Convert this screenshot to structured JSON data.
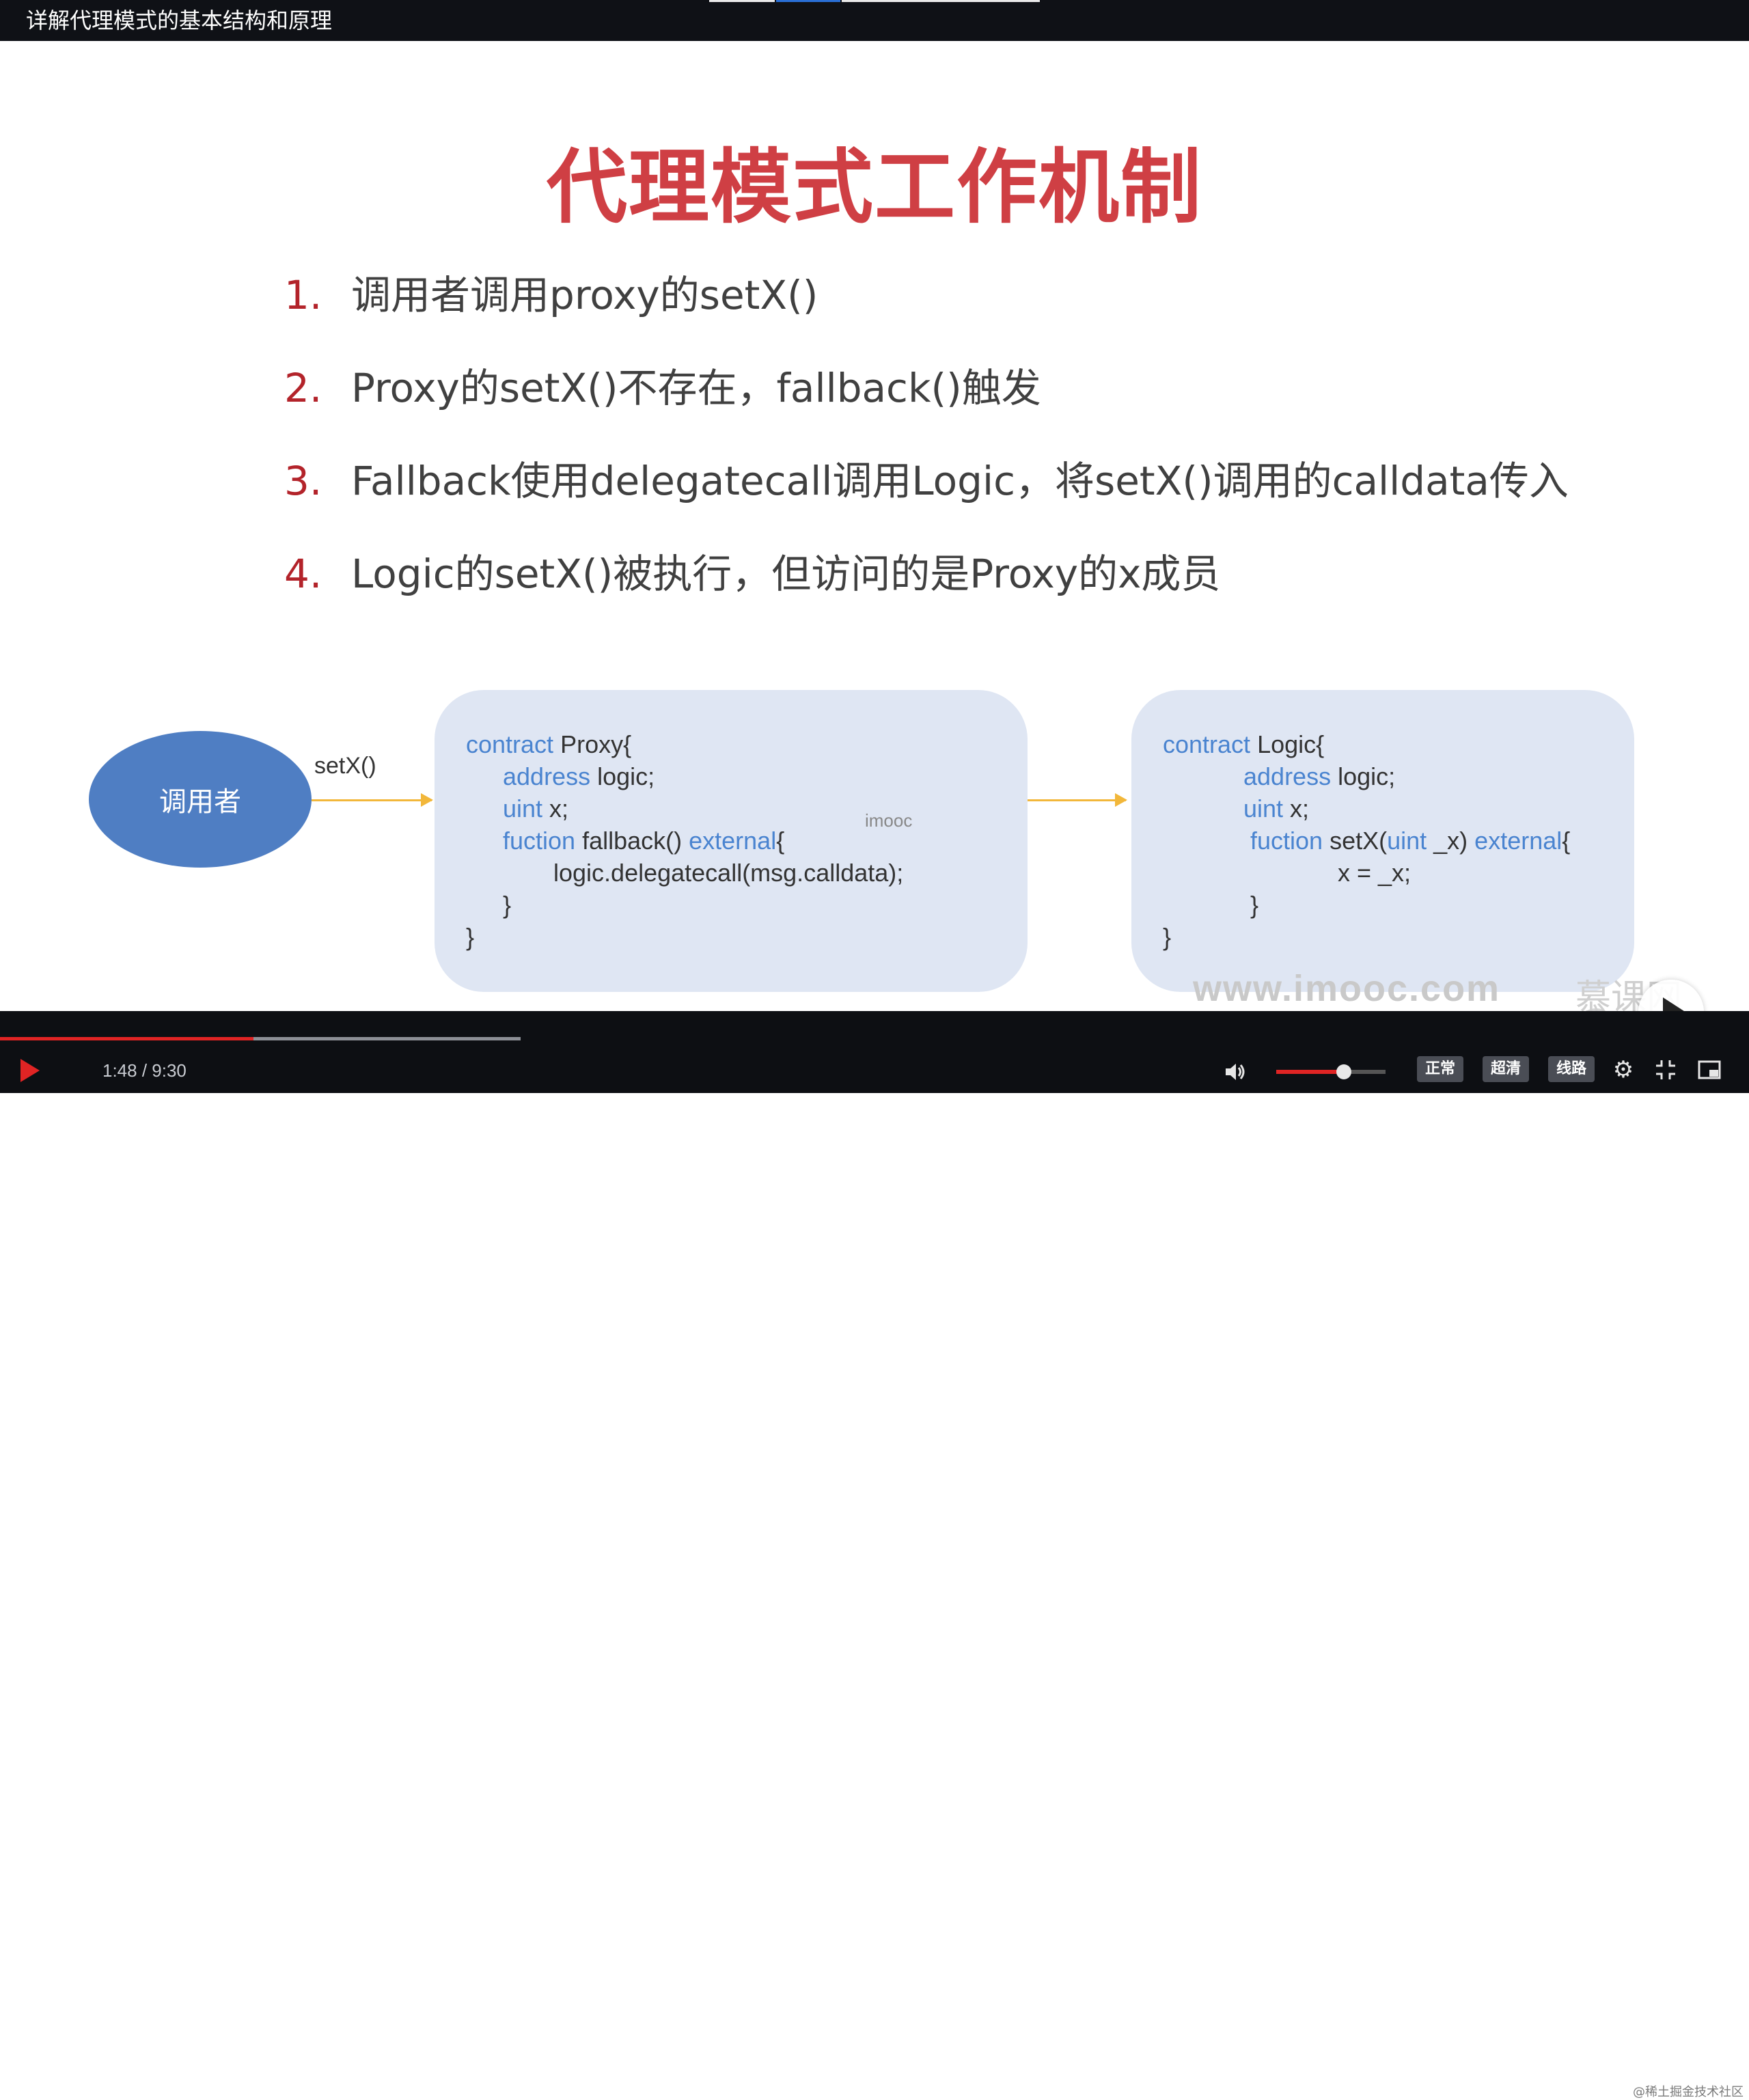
{
  "window": {
    "title": "详解代理模式的基本结构和原理"
  },
  "slide": {
    "headline": "代理模式工作机制",
    "steps": [
      {
        "num": "1.",
        "text": "调用者调用proxy的setX()"
      },
      {
        "num": "2.",
        "text": "Proxy的setX()不存在，fallback()触发"
      },
      {
        "num": "3.",
        "text": "Fallback使用delegatecall调用Logic，将setX()调用的calldata传入"
      },
      {
        "num": "4.",
        "text": "Logic的setX()被执行，但访问的是Proxy的x成员"
      }
    ],
    "diagram": {
      "caller_label": "调用者",
      "arrow_label": "setX()",
      "proxy_code": {
        "l1_kw": "contract",
        "l1_rest": " Proxy{",
        "l2_kw": "address",
        "l2_rest": " logic;",
        "l3_kw": "uint",
        "l3_rest": " x;",
        "l4_kw": "fuction",
        "l4_mid": " fallback() ",
        "l4_kw2": "external",
        "l4_end": "{",
        "l5": "logic.delegatecall(msg.calldata);",
        "l6": "}",
        "l7": "}"
      },
      "logic_code": {
        "l1_kw": "contract",
        "l1_rest": " Logic{",
        "l2_kw": "address",
        "l2_rest": " logic;",
        "l3_kw": "uint",
        "l3_rest": " x;",
        "l4_kw": "fuction",
        "l4_mid": " setX(",
        "l4_kw2": "uint",
        "l4_mid2": " _x) ",
        "l4_kw3": "external",
        "l4_end": "{",
        "l5": "x = _x;",
        "l6": "}",
        "l7": "}"
      },
      "inline_watermark": "imooc"
    },
    "site_watermark": "www.imooc.com",
    "logo_watermark": "慕课网"
  },
  "player": {
    "time": "1:48 / 9:30",
    "progress": 0.19,
    "buffered": 0.3,
    "volume": 0.62,
    "buttons": {
      "normal": "正常",
      "hd": "超清",
      "route": "线路"
    },
    "corner_watermark": "@稀土掘金技术社区"
  },
  "colors": {
    "headline": "#cf3f44",
    "step_number": "#b3232a",
    "keyword": "#4a84d0",
    "box_bg": "#dfe6f3",
    "caller_bg": "#4f7ec3",
    "arrow": "#f2b73a",
    "progress": "#e02424"
  },
  "icons": [
    "play-icon",
    "big-play-icon",
    "volume-icon",
    "gear-icon",
    "exit-fullscreen-icon",
    "pip-icon"
  ]
}
